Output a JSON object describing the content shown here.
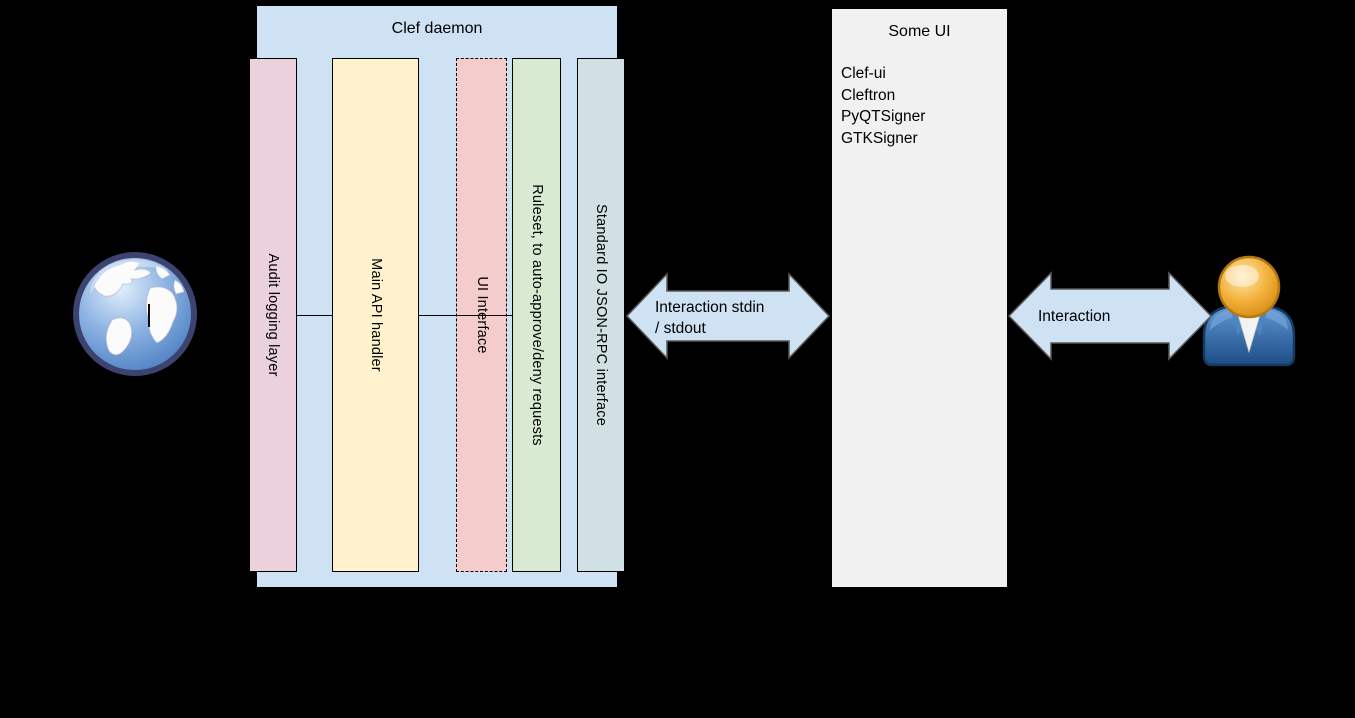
{
  "canvas": {
    "background": "#000000"
  },
  "daemon": {
    "title": "Clef daemon",
    "fill": "#cfe2f3",
    "layers": [
      {
        "label": "Audit logging layer",
        "fill": "#ead1dc",
        "border_style": "solid"
      },
      {
        "label": "Main API handler",
        "fill": "#fff2cc",
        "border_style": "solid"
      },
      {
        "label": "UI Interface",
        "fill": "#f4cccc",
        "border_style": "dashed"
      },
      {
        "label": "Ruleset, to auto-approve/deny requests",
        "fill": "#d9ead3",
        "border_style": "solid"
      },
      {
        "label": "Standard IO JSON-RPC interface",
        "fill": "#d0e0e3",
        "border_style": "solid"
      }
    ]
  },
  "some_ui": {
    "title": "Some UI",
    "fill": "#f1f1f1",
    "items": [
      "Clef-ui",
      "Cleftron",
      "PyQTSigner",
      "GTKSigner"
    ]
  },
  "arrows": {
    "fill": "#cfe2f3",
    "stroke": "#595959",
    "daemon_ui": {
      "line1": "Interaction stdin",
      "line2": "/ stdout"
    },
    "ui_user": {
      "label": "Interaction"
    }
  },
  "icons": {
    "left": "globe-icon",
    "right": "user-icon"
  }
}
